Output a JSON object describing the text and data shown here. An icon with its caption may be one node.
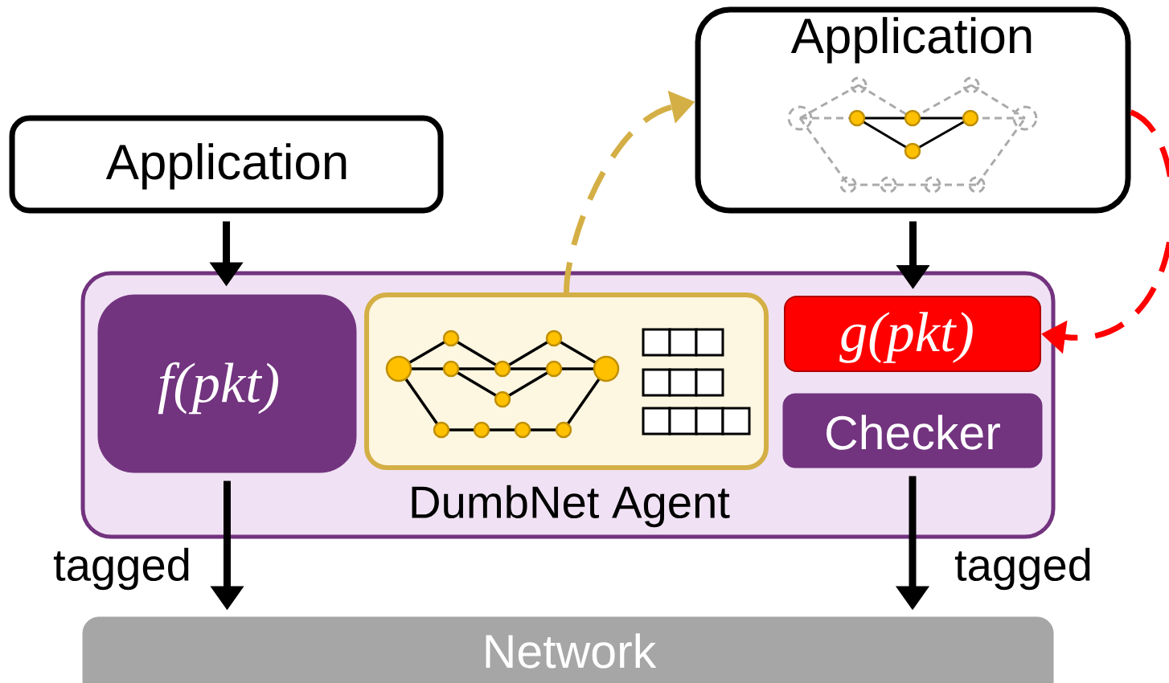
{
  "diagram": {
    "nodes": [
      {
        "text": [
          "Application"
        ]
      },
      {
        "text": [
          "Application"
        ]
      },
      {
        "text": [
          "DumbNet Agent"
        ]
      },
      {
        "text": [
          "f(pkt)"
        ],
        "in": 2
      },
      {
        "text": [],
        "shape": "box",
        "in": 2
      },
      {
        "text": [
          "g(pkt)"
        ],
        "in": 2
      },
      {
        "text": [
          "Checker"
        ],
        "in": 2
      },
      {
        "text": [
          "Network"
        ]
      }
    ],
    "edges": [
      {
        "from": 0,
        "to": 3,
        "arrow": "to"
      },
      {
        "from": 1,
        "to": 5,
        "arrow": "to"
      },
      {
        "from": 4,
        "to": 1,
        "arrow": "to",
        "style": "dashed",
        "color": "#d4af45"
      },
      {
        "from": 1,
        "to": 5,
        "arrow": "to",
        "style": "dashed",
        "color": "#ff0000"
      },
      {
        "from": 3,
        "to": 7,
        "arrow": "to",
        "label": "tagged"
      },
      {
        "from": 6,
        "to": 7,
        "arrow": "to",
        "label": "tagged"
      }
    ]
  }
}
